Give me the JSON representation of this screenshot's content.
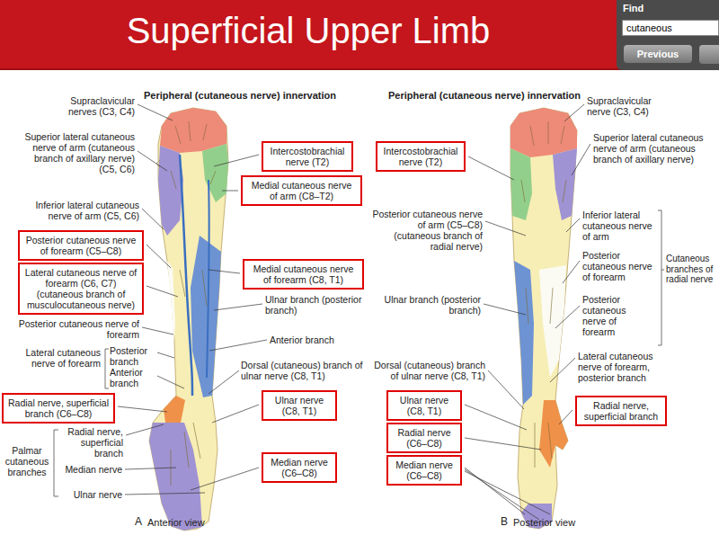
{
  "diagram": {
    "title": "Superficial Upper Limb",
    "nodes": [
      {
        "text": [
          "Find"
        ]
      },
      {
        "text": [
          "cutaneous"
        ],
        "in": 0
      },
      {
        "text": [
          "Previous"
        ],
        "in": 0
      },
      {
        "text": [
          "Intercostobrachial nerve (T2)"
        ]
      },
      {
        "text": [
          "Medial cutaneous nerve of arm (C8–T2)"
        ]
      },
      {
        "text": [
          "Posterior cutaneous nerve of forearm (C5–C8)"
        ]
      },
      {
        "text": [
          "Lateral cutaneous nerve of forearm (C6, C7) (cutaneous branch of musculocutaneous nerve)"
        ]
      },
      {
        "text": [
          "Medial cutaneous nerve of forearm (C8, T1)"
        ]
      },
      {
        "text": [
          "Radial nerve, superficial branch (C6–C8)"
        ]
      },
      {
        "text": [
          "Ulnar nerve (C8, T1)"
        ]
      },
      {
        "text": [
          "Median nerve (C6–C8)"
        ]
      },
      {
        "text": [
          "Intercostobrachial nerve (T2)"
        ]
      },
      {
        "text": [
          "Ulnar nerve (C8, T1)"
        ]
      },
      {
        "text": [
          "Radial nerve (C6–C8)"
        ]
      },
      {
        "text": [
          "Median nerve (C6–C8)"
        ]
      },
      {
        "text": [
          "Radial nerve, superficial branch"
        ]
      }
    ],
    "labels": [
      "Peripheral (cutaneous nerve) innervation",
      "Supraclavicular nerves (C3, C4)",
      "Superior lateral cutaneous nerve of arm (cutaneous branch of axillary nerve) (C5, C6)",
      "Inferior lateral cutaneous nerve of arm (C5, C6)",
      "Posterior cutaneous nerve of forearm",
      "Lateral cutaneous nerve of forearm",
      "Posterior branch",
      "Anterior branch",
      "Radial nerve, superficial branch",
      "Palmar cutaneous branches",
      "Median nerve",
      "Ulnar nerve",
      "Ulnar branch (posterior branch)",
      "Anterior branch",
      "Dorsal (cutaneous) branch of ulnar nerve (C8, T1)",
      "A",
      "Anterior view",
      "Peripheral (cutaneous nerve) innervation",
      "Supraclavicular nerve (C3, C4)",
      "Superior lateral cutaneous nerve of arm (cutaneous branch of axillary nerve)",
      "Posterior cutaneous nerve of arm (C5–C8) (cutaneous branch of radial nerve)",
      "Inferior lateral cutaneous nerve of arm",
      "Posterior cutaneous nerve of forearm",
      "Posterior cutaneous nerve of forearm",
      "Cutaneous branches of radial nerve",
      "Ulnar branch (posterior branch)",
      "Dorsal (cutaneous) branch of ulnar nerve (C8, T1)",
      "Lateral cutaneous nerve of forearm, posterior branch",
      "B",
      "Posterior view"
    ]
  }
}
